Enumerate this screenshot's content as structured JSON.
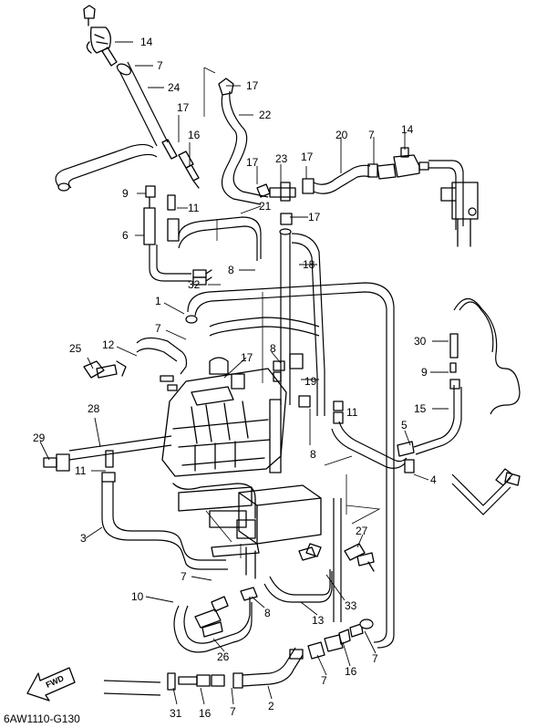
{
  "diagram": {
    "drawing_code": "6AW1110-G130",
    "direction_label": "FWD",
    "callouts": [
      {
        "id": "c14a",
        "text": "14"
      },
      {
        "id": "c7a",
        "text": "7"
      },
      {
        "id": "c24",
        "text": "24"
      },
      {
        "id": "c17a",
        "text": "17"
      },
      {
        "id": "c22",
        "text": "22"
      },
      {
        "id": "c17b",
        "text": "17"
      },
      {
        "id": "c16a",
        "text": "16"
      },
      {
        "id": "c20",
        "text": "20"
      },
      {
        "id": "c7b",
        "text": "7"
      },
      {
        "id": "c14b",
        "text": "14"
      },
      {
        "id": "c17c",
        "text": "17"
      },
      {
        "id": "c23",
        "text": "23"
      },
      {
        "id": "c17d",
        "text": "17"
      },
      {
        "id": "c9a",
        "text": "9"
      },
      {
        "id": "c11a",
        "text": "11"
      },
      {
        "id": "c21",
        "text": "21"
      },
      {
        "id": "c17e",
        "text": "17"
      },
      {
        "id": "c6",
        "text": "6"
      },
      {
        "id": "c8a",
        "text": "8"
      },
      {
        "id": "c18",
        "text": "18"
      },
      {
        "id": "c32",
        "text": "32"
      },
      {
        "id": "c1",
        "text": "1"
      },
      {
        "id": "c7c",
        "text": "7"
      },
      {
        "id": "c12",
        "text": "12"
      },
      {
        "id": "c25",
        "text": "25"
      },
      {
        "id": "c17f",
        "text": "17"
      },
      {
        "id": "c8b",
        "text": "8"
      },
      {
        "id": "c19",
        "text": "19"
      },
      {
        "id": "c30",
        "text": "30"
      },
      {
        "id": "c9b",
        "text": "9"
      },
      {
        "id": "c15",
        "text": "15"
      },
      {
        "id": "c28",
        "text": "28"
      },
      {
        "id": "c11b",
        "text": "11"
      },
      {
        "id": "c5",
        "text": "5"
      },
      {
        "id": "c29",
        "text": "29"
      },
      {
        "id": "c8c",
        "text": "8"
      },
      {
        "id": "c4",
        "text": "4"
      },
      {
        "id": "c11c",
        "text": "11"
      },
      {
        "id": "c3",
        "text": "3"
      },
      {
        "id": "c27",
        "text": "27"
      },
      {
        "id": "c7d",
        "text": "7"
      },
      {
        "id": "c10",
        "text": "10"
      },
      {
        "id": "c8d",
        "text": "8"
      },
      {
        "id": "c33",
        "text": "33"
      },
      {
        "id": "c13",
        "text": "13"
      },
      {
        "id": "c26",
        "text": "26"
      },
      {
        "id": "c7e",
        "text": "7"
      },
      {
        "id": "c16b",
        "text": "16"
      },
      {
        "id": "c7f",
        "text": "7"
      },
      {
        "id": "c31",
        "text": "31"
      },
      {
        "id": "c16c",
        "text": "16"
      },
      {
        "id": "c7g",
        "text": "7"
      },
      {
        "id": "c2",
        "text": "2"
      }
    ]
  }
}
